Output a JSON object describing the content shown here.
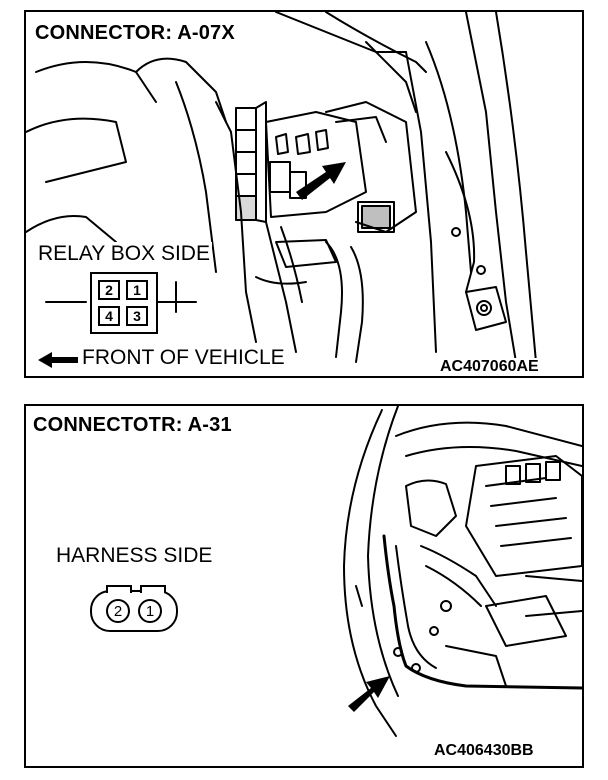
{
  "top_panel": {
    "title": "CONNECTOR: A-07X",
    "side_label": "RELAY BOX SIDE",
    "direction_label": "FRONT OF VEHICLE",
    "code": "AC407060AE",
    "pins": [
      "2",
      "1",
      "4",
      "3"
    ]
  },
  "bottom_panel": {
    "title": "CONNECTOTR: A-31",
    "side_label": "HARNESS SIDE",
    "code": "AC406430BB",
    "pins": [
      "2",
      "1"
    ]
  }
}
